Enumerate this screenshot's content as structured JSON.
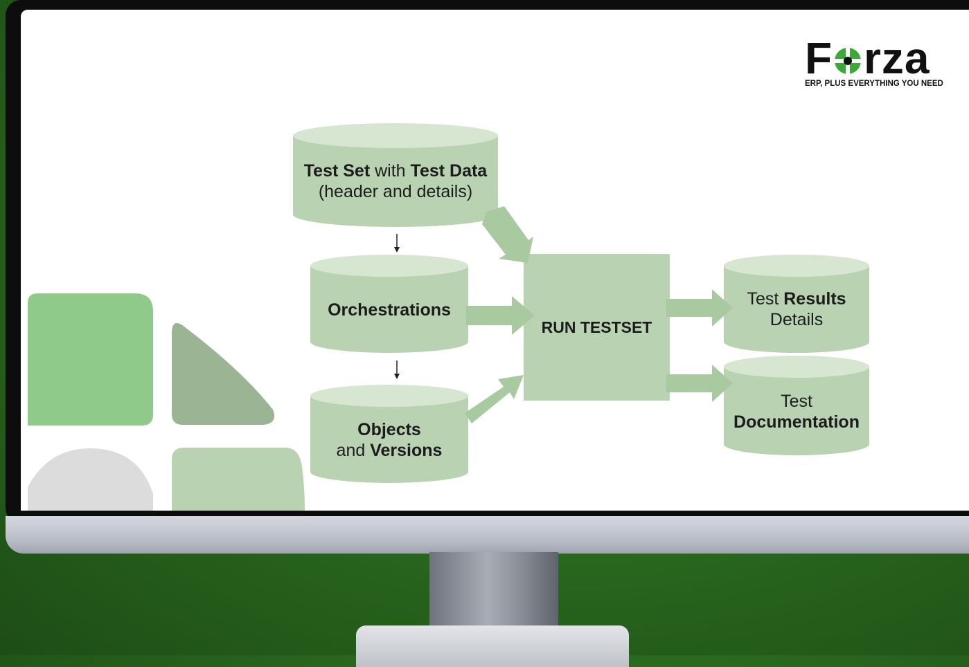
{
  "logo": {
    "letters_before": "F",
    "letters_after": "rza",
    "tagline": "ERP, PLUS EVERYTHING YOU NEED"
  },
  "diagram": {
    "test_set": {
      "line1_part1": "Test Set",
      "line1_part2": " with ",
      "line1_part3": "Test Data",
      "line2": "(header and details)"
    },
    "orchestrations": {
      "label": "Orchestrations"
    },
    "objects": {
      "line1": "Objects",
      "line2_part1": "and ",
      "line2_part2": "Versions"
    },
    "run": {
      "label": "RUN TESTSET"
    },
    "results": {
      "line1_part1": "Test ",
      "line1_part2": "Results",
      "line2": "Details"
    },
    "documentation": {
      "line1": "Test",
      "line2": "Documentation"
    }
  },
  "colors": {
    "node_fill": "#b9d3b2",
    "node_top": "#d6e6d1",
    "arrow_fill": "#a9c9a0",
    "accent_green": "#8fca8a",
    "sage": "#9bb594",
    "light_grey": "#dcdcdc",
    "logo_green": "#3aa935",
    "background_green": "#2b6b1f"
  }
}
